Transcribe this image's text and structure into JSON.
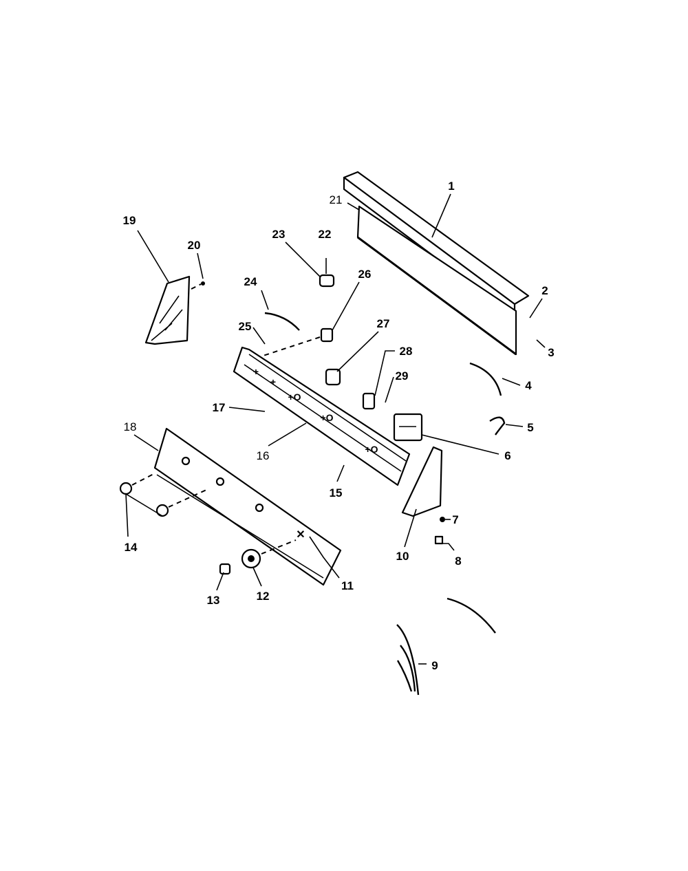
{
  "diagram": {
    "type": "exploded parts diagram",
    "labels": {
      "p1": "1",
      "p2": "2",
      "p3": "3",
      "p4": "4",
      "p5": "5",
      "p6": "6",
      "p7": "7",
      "p8": "8",
      "p9": "9",
      "p10": "10",
      "p11": "11",
      "p12": "12",
      "p13": "13",
      "p14": "14",
      "p15": "15",
      "p16": "16",
      "p17": "17",
      "p18": "18",
      "p19": "19",
      "p20": "20",
      "p21": "21",
      "p22": "22",
      "p23": "23",
      "p24": "24",
      "p25": "25",
      "p26": "26",
      "p27": "27",
      "p28": "28",
      "p29": "29"
    }
  }
}
